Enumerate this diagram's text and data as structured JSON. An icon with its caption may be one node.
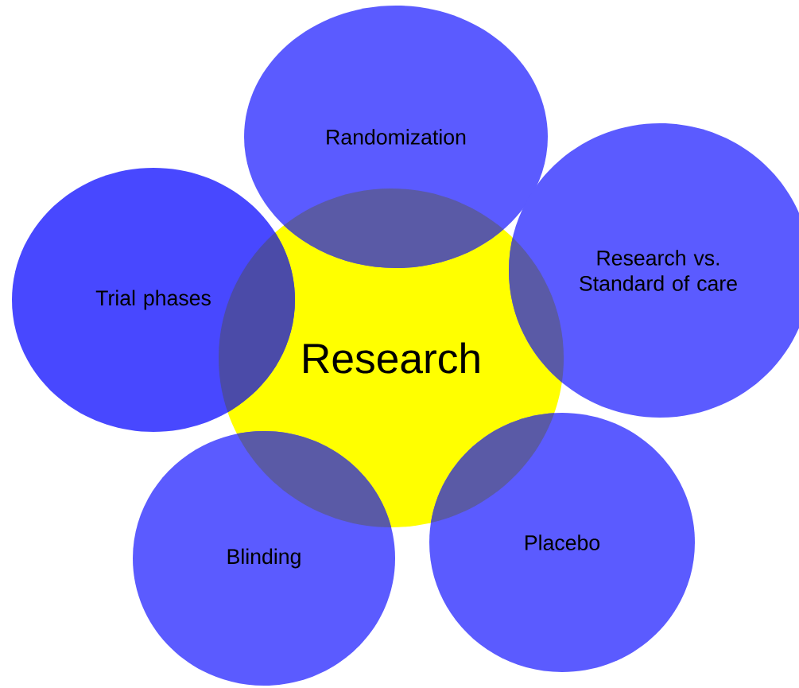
{
  "diagram": {
    "nodes": [
      {
        "text": [
          "Research"
        ]
      },
      {
        "text": [
          "Randomization"
        ]
      },
      {
        "text": [
          "Trial phases"
        ]
      },
      {
        "text": [
          "Research vs. Standard of care"
        ]
      },
      {
        "text": [
          "Blinding"
        ]
      },
      {
        "text": [
          "Placebo"
        ]
      }
    ]
  }
}
